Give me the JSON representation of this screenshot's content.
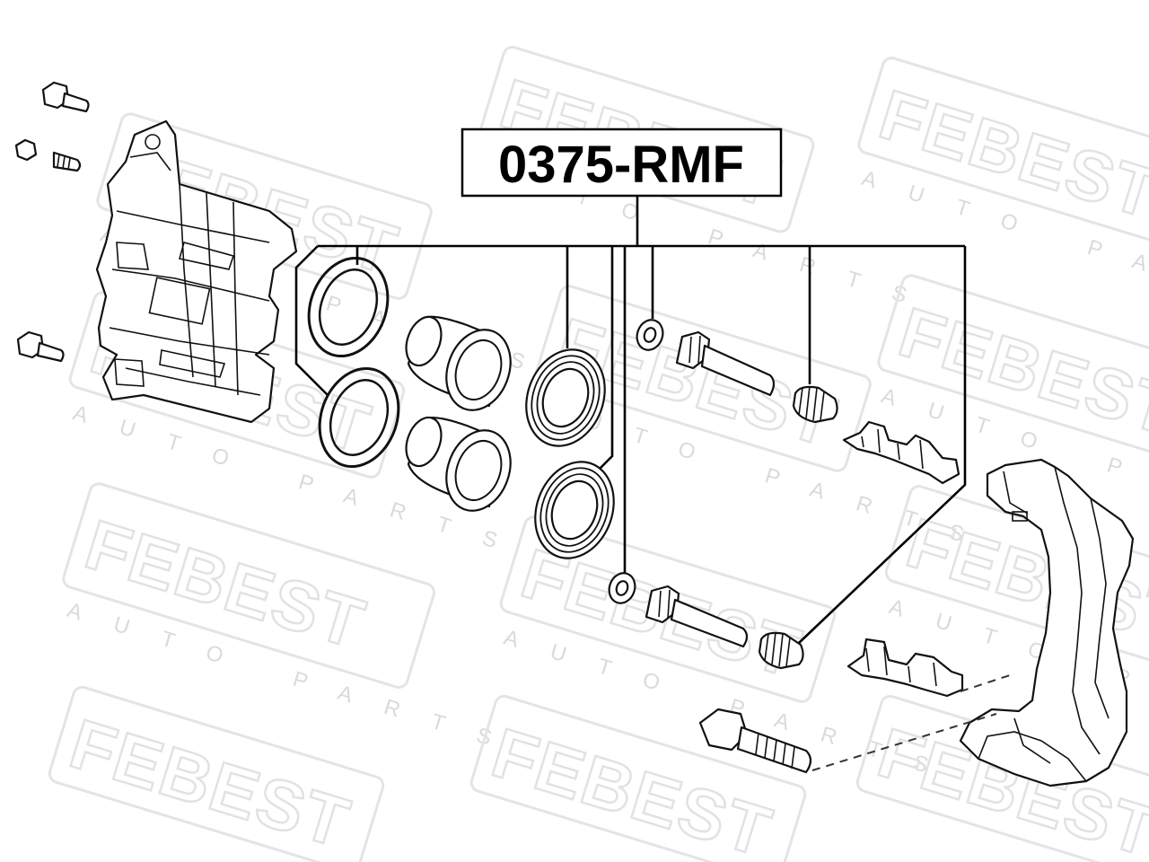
{
  "part_number": "0375-RMF",
  "watermark": {
    "logo": "FEBEST",
    "subtitle": "AUTO PARTS"
  },
  "components": [
    {
      "name": "caliper-housing"
    },
    {
      "name": "caliper-mounting-bolt"
    },
    {
      "name": "bleeder-screw"
    },
    {
      "name": "bleeder-cap"
    },
    {
      "name": "piston-seal-ring"
    },
    {
      "name": "piston"
    },
    {
      "name": "dust-boot"
    },
    {
      "name": "guide-pin-washer"
    },
    {
      "name": "guide-pin"
    },
    {
      "name": "guide-pin-boot"
    },
    {
      "name": "pad-clip"
    },
    {
      "name": "caliper-bracket"
    },
    {
      "name": "bracket-bolt"
    }
  ]
}
